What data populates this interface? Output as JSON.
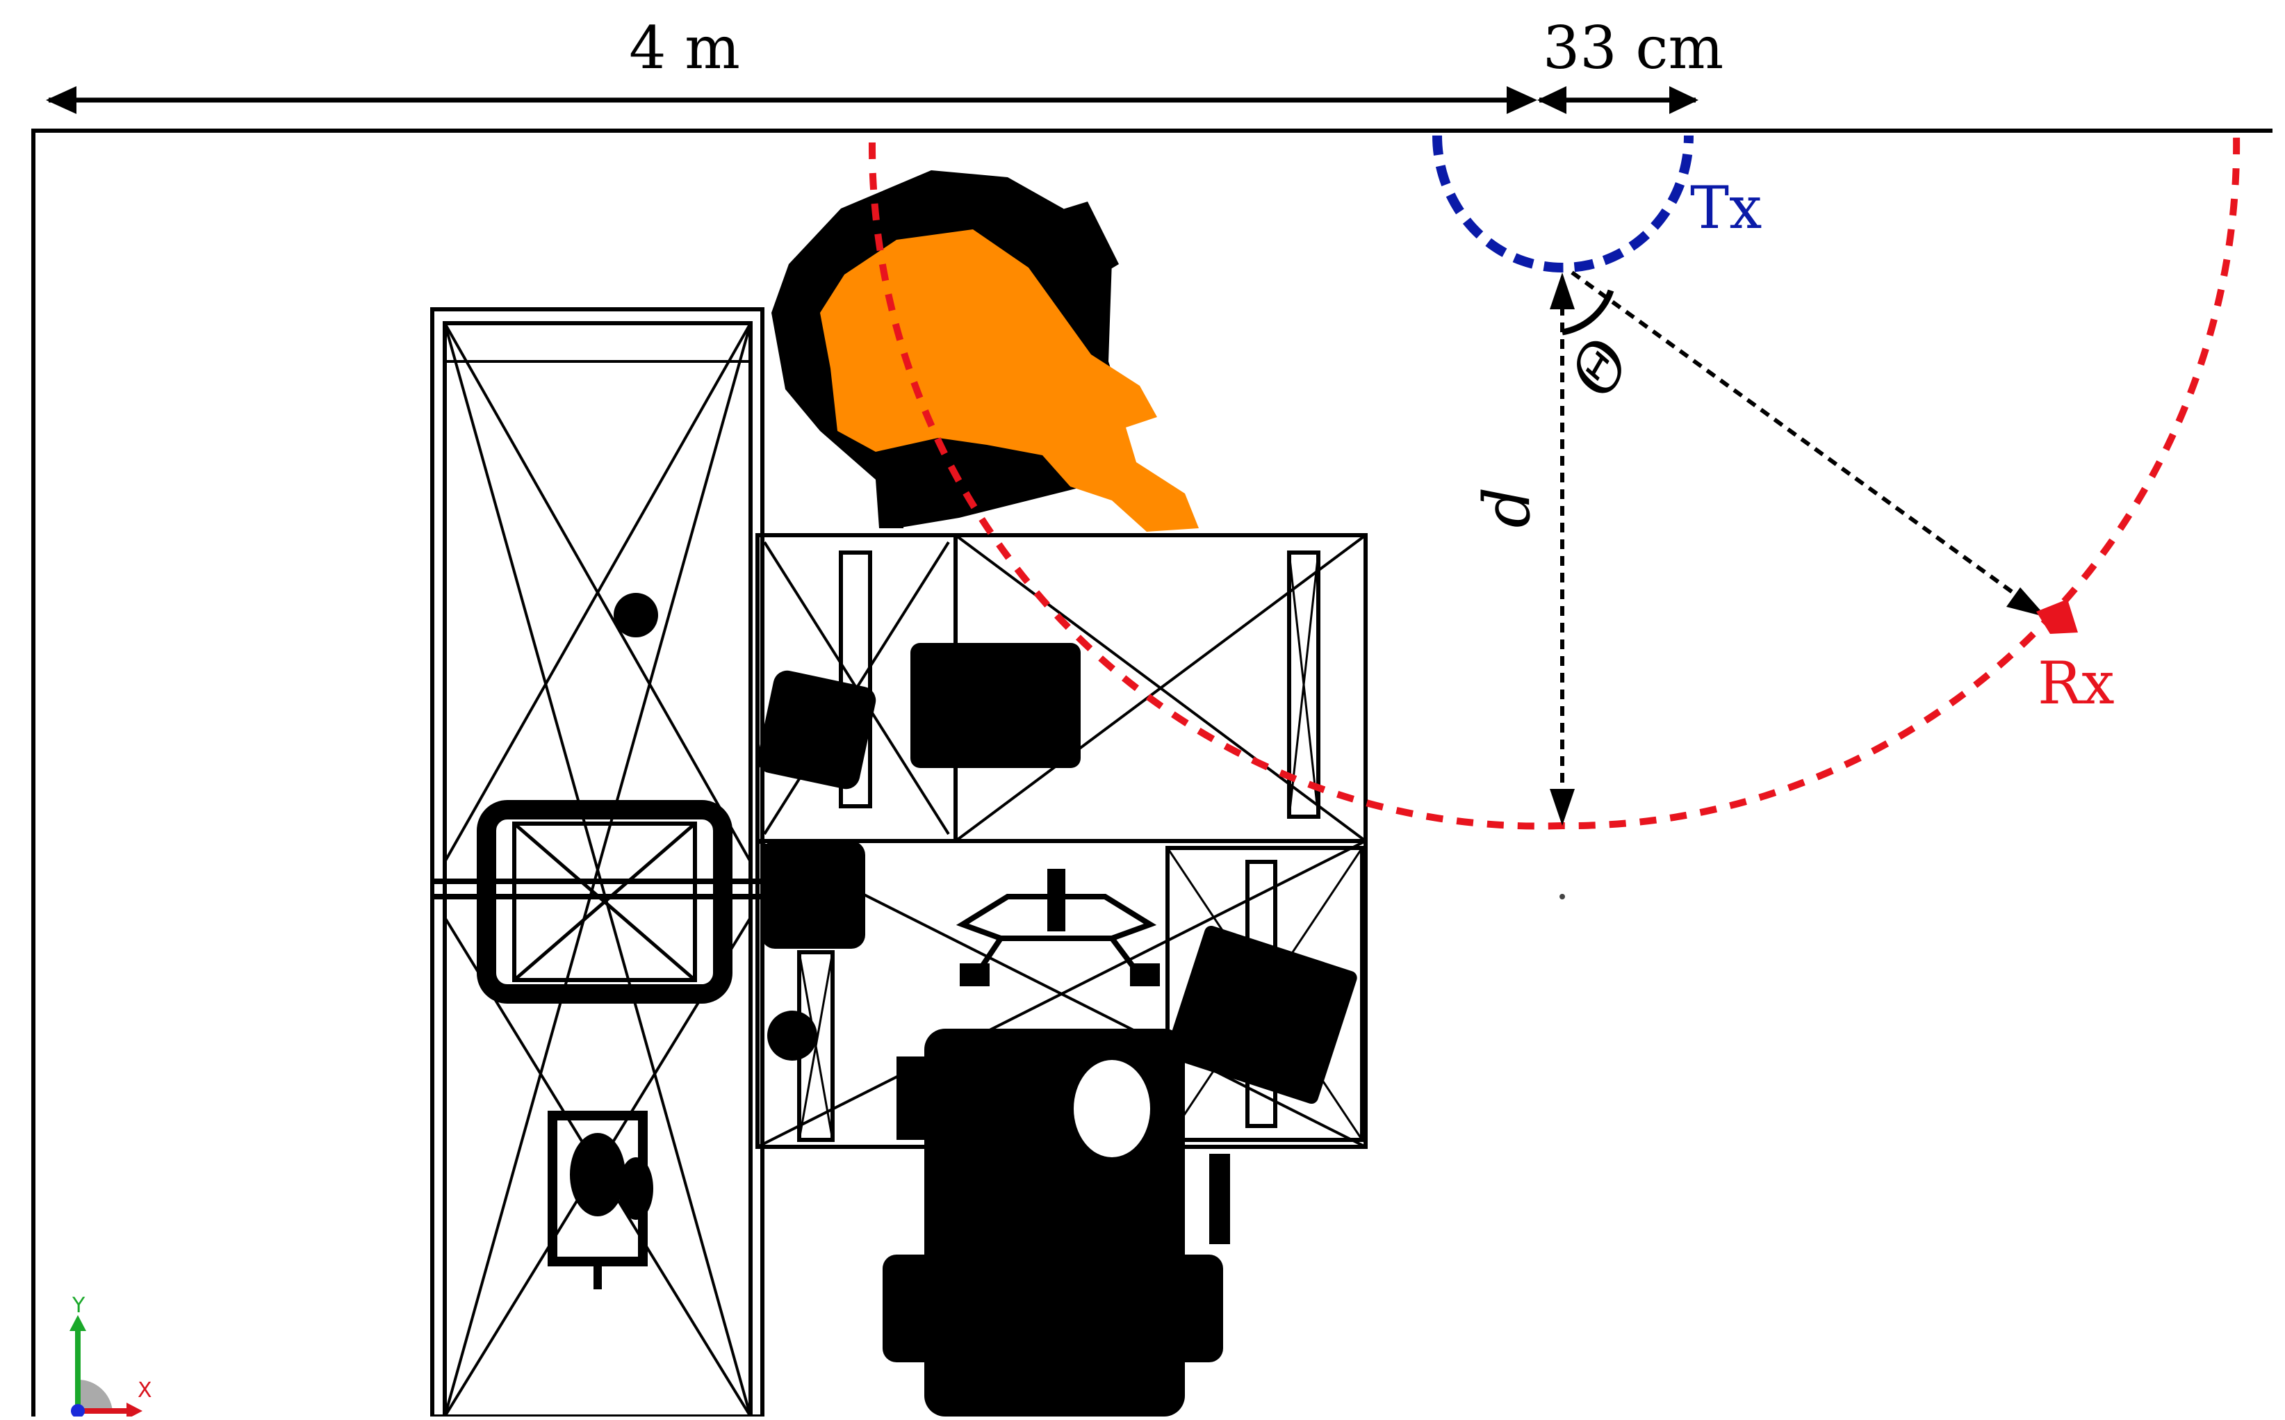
{
  "dimensions": {
    "width_label": "4 m",
    "offset_label": "33 cm",
    "distance_label": "d",
    "angle_label": "Θ"
  },
  "antennas": {
    "tx_label": "Tx",
    "rx_label": "Rx"
  },
  "axes": {
    "y_label": "Y",
    "x_label": "X"
  },
  "colors": {
    "tx_arc": "#0a1aa8",
    "rx_arc": "#e8141e",
    "robot_highlight": "#ff8a00",
    "equipment": "#000000"
  }
}
